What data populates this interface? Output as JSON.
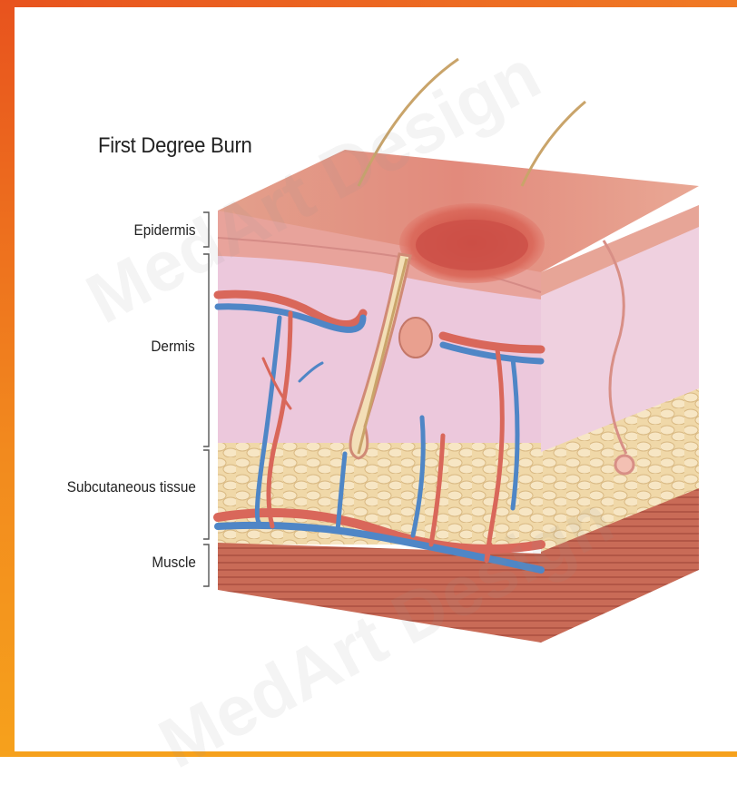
{
  "title": "First Degree Burn",
  "labels": {
    "epidermis": "Epidermis",
    "dermis": "Dermis",
    "subcutaneous": "Subcutaneous tissue",
    "muscle": "Muscle"
  },
  "watermark": "MedArt Design",
  "colors": {
    "frame": "#e8531e",
    "epidermis": "#e8a09a",
    "dermis": "#ecc8dc",
    "fat": "#f3dfb7",
    "muscle": "#c9705d",
    "artery": "#d9675a",
    "vein": "#4f86c6",
    "burn": "#d9544a"
  }
}
